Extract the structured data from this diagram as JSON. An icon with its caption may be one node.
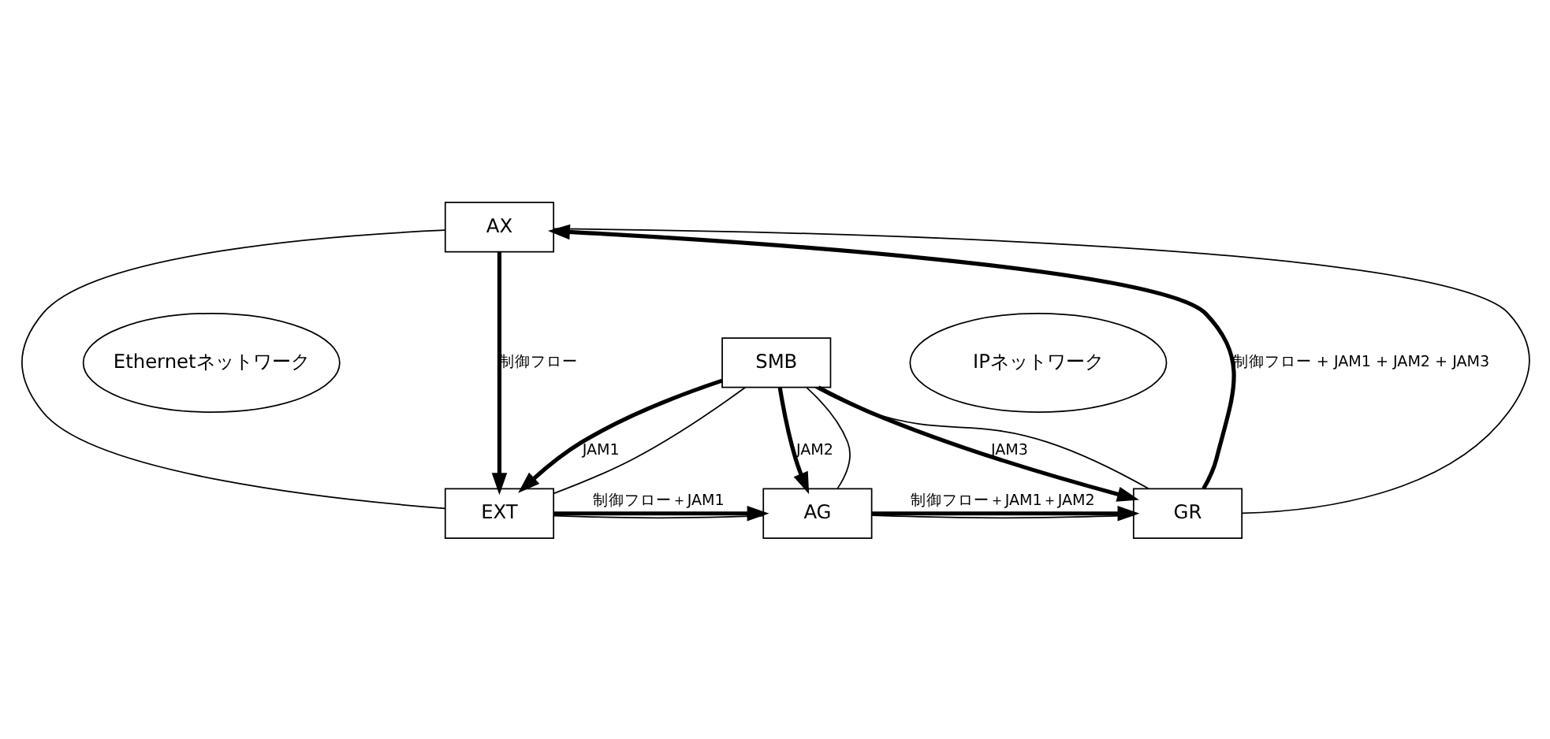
{
  "diagram": {
    "nodes": [
      {
        "text": [
          "AX"
        ]
      },
      {
        "text": [
          "Ethernetネットワーク"
        ]
      },
      {
        "text": [
          "IPネットワーク"
        ]
      },
      {
        "text": [
          "EXT"
        ]
      },
      {
        "text": [
          "AG"
        ]
      },
      {
        "text": [
          "GR"
        ]
      },
      {
        "text": [
          "SMB"
        ]
      }
    ],
    "edges": [
      {
        "from": 0,
        "to": 3,
        "arrow": "to",
        "label": "制御フロー",
        "style": "thick"
      },
      {
        "from": 3,
        "to": 4,
        "arrow": "to",
        "label": "制御フロー＋JAM1",
        "style": "thick"
      },
      {
        "from": 4,
        "to": 5,
        "arrow": "to",
        "label": "制御フロー＋JAM1＋JAM2",
        "style": "thick"
      },
      {
        "from": 5,
        "to": 0,
        "arrow": "to",
        "label": "制御フロー + JAM1 + JAM2 + JAM3",
        "style": "thick"
      },
      {
        "from": 6,
        "to": 3,
        "arrow": "to",
        "label": "JAM1",
        "style": "thick"
      },
      {
        "from": 6,
        "to": 4,
        "arrow": "to",
        "label": "JAM2",
        "style": "thick"
      },
      {
        "from": 6,
        "to": 5,
        "arrow": "to",
        "label": "JAM3",
        "style": "thick"
      },
      {
        "from": 0,
        "to": 3,
        "arrow": "none"
      },
      {
        "from": 3,
        "to": 4,
        "arrow": "none"
      },
      {
        "from": 4,
        "to": 5,
        "arrow": "none"
      },
      {
        "from": 5,
        "to": 0,
        "arrow": "none"
      },
      {
        "from": 6,
        "to": 3,
        "arrow": "none"
      },
      {
        "from": 6,
        "to": 4,
        "arrow": "none"
      },
      {
        "from": 6,
        "to": 5,
        "arrow": "none"
      }
    ]
  }
}
